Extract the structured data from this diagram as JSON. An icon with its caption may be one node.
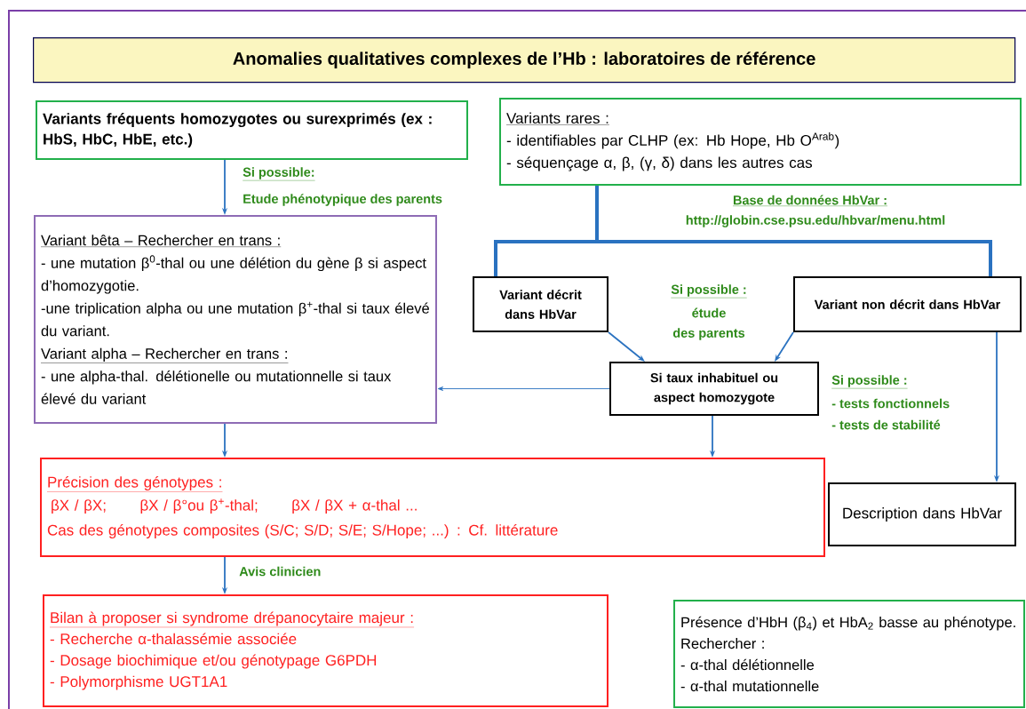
{
  "diagram": {
    "title": "Anomalies qualitatives complexes de l’Hb : laboratoires de référence",
    "nodes": [
      {
        "text": [
          "Variants fréquents homozygotes ou surexprimés (ex : HbS, HbC, HbE, etc.)"
        ]
      },
      {
        "text": [
          "Variants rares :",
          "- identifiables par CLHP (ex: Hb Hope, Hb O$^{Arab}$)",
          "- séquençage α, β, (γ, δ) dans les autres cas"
        ]
      },
      {
        "text": [
          "Variant bêta – Rechercher en trans :",
          "- une mutation β$^{0}$-thal ou une délétion du gène β si aspect d’homozygotie.",
          "-une triplication alpha ou une mutation β$^{+}$-thal si taux élevé du variant.",
          "Variant alpha – Rechercher en trans :",
          "- une alpha-thal. délétionelle ou mutationnelle si taux élevé du variant"
        ]
      },
      {
        "text": [
          "Variant décrit dans HbVar"
        ]
      },
      {
        "text": [
          "Variant non décrit dans HbVar"
        ]
      },
      {
        "text": [
          "Si taux inhabituel ou aspect homozygote"
        ]
      },
      {
        "text": [
          "Description dans HbVar"
        ]
      },
      {
        "text": [
          "Précision des génotypes :",
          "βX / βX;",
          "βX / β°ou β$^{+}$-thal;",
          "βX / βX + α-thal ...",
          "Cas des génotypes composites (S/C; S/D; S/E; S/Hope; ...) : Cf. littérature"
        ]
      },
      {
        "text": [
          "Bilan à proposer si syndrome drépanocytaire majeur :",
          "- Recherche α-thalassémie associée",
          "- Dosage biochimique et/ou génotypage G6PDH",
          "- Polymorphisme UGT1A1"
        ]
      },
      {
        "text": [
          "Présence d’HbH (β$_{4}$) et HbA$_{2}$ basse au phénotype. Rechercher :",
          "- α-thal délétionnelle",
          "- α-thal mutationnelle"
        ]
      }
    ],
    "edges": [
      {
        "from": 0,
        "to": 2,
        "arrow": "to",
        "label": "Si possible:"
      },
      {
        "from": 1,
        "to": 3,
        "arrow": "none",
        "style": "thick"
      },
      {
        "from": 1,
        "to": 4,
        "arrow": "none",
        "style": "thick"
      },
      {
        "from": 3,
        "to": 5,
        "arrow": "to"
      },
      {
        "from": 4,
        "to": 5,
        "arrow": "to"
      },
      {
        "from": 5,
        "to": 2,
        "arrow": "to"
      },
      {
        "from": 2,
        "to": 7,
        "arrow": "to"
      },
      {
        "from": 5,
        "to": 7,
        "arrow": "to"
      },
      {
        "from": 4,
        "to": 6,
        "arrow": "to"
      },
      {
        "from": 7,
        "to": 8,
        "arrow": "to",
        "label": "Avis clinicien"
      }
    ],
    "labels": [
      "Etude phénotypique des parents",
      "Base de données HbVar :",
      "http://globin.cse.psu.edu/hbvar/menu.html",
      "Si possible :",
      "étude",
      "des parents",
      "Si possible :",
      "- tests fonctionnels",
      "- tests de stabilité"
    ]
  }
}
